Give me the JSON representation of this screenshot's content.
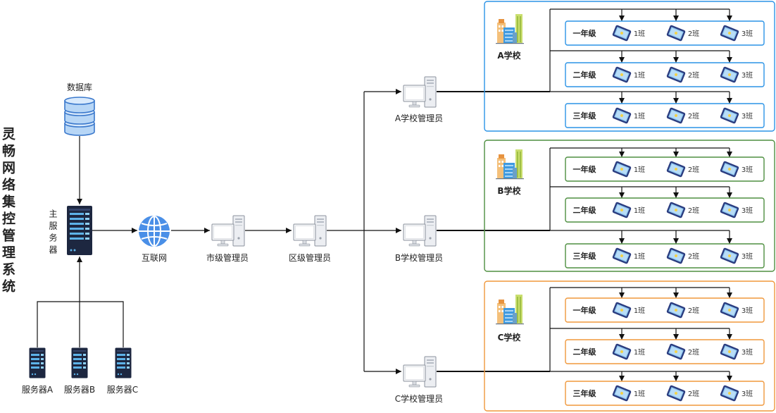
{
  "title": "灵畅网络集控管理系统",
  "database": {
    "label": "数据库",
    "icon": "database-icon"
  },
  "main_server": {
    "label": "主服务器",
    "icon": "server-rack-icon"
  },
  "internet": {
    "label": "互联网",
    "icon": "globe-icon"
  },
  "city_admin": {
    "label": "市级管理员",
    "icon": "computer-icon"
  },
  "district_admin": {
    "label": "区级管理员",
    "icon": "computer-icon"
  },
  "school_admins": [
    {
      "label": "A学校管理员",
      "icon": "computer-icon"
    },
    {
      "label": "B学校管理员",
      "icon": "computer-icon"
    },
    {
      "label": "C学校管理员",
      "icon": "computer-icon"
    }
  ],
  "servers": [
    {
      "label": "服务器A",
      "icon": "server-icon"
    },
    {
      "label": "服务器B",
      "icon": "server-icon"
    },
    {
      "label": "服务器C",
      "icon": "server-icon"
    }
  ],
  "schools": [
    {
      "name": "A学校",
      "icon": "building-icon",
      "color": "#2b93e6",
      "grades": [
        {
          "name": "一年级",
          "classes": [
            "1班",
            "2班",
            "3班"
          ]
        },
        {
          "name": "二年级",
          "classes": [
            "1班",
            "2班",
            "3班"
          ]
        },
        {
          "name": "三年级",
          "classes": [
            "1班",
            "2班",
            "3班"
          ]
        }
      ]
    },
    {
      "name": "B学校",
      "icon": "building-icon",
      "color": "#4e8f40",
      "grades": [
        {
          "name": "一年级",
          "classes": [
            "1班",
            "2班",
            "3班"
          ]
        },
        {
          "name": "二年级",
          "classes": [
            "1班",
            "2班",
            "3班"
          ]
        },
        {
          "name": "三年级",
          "classes": [
            "1班",
            "2班",
            "3班"
          ]
        }
      ]
    },
    {
      "name": "C学校",
      "icon": "building-icon",
      "color": "#f0983c",
      "grades": [
        {
          "name": "一年级",
          "classes": [
            "1班",
            "2班",
            "3班"
          ]
        },
        {
          "name": "二年级",
          "classes": [
            "1班",
            "2班",
            "3班"
          ]
        },
        {
          "name": "三年级",
          "classes": [
            "1班",
            "2班",
            "3班"
          ]
        }
      ]
    }
  ],
  "colors": {
    "connector": "#111111",
    "server_body": "#1d2740",
    "globe": "#4a8fe7"
  }
}
